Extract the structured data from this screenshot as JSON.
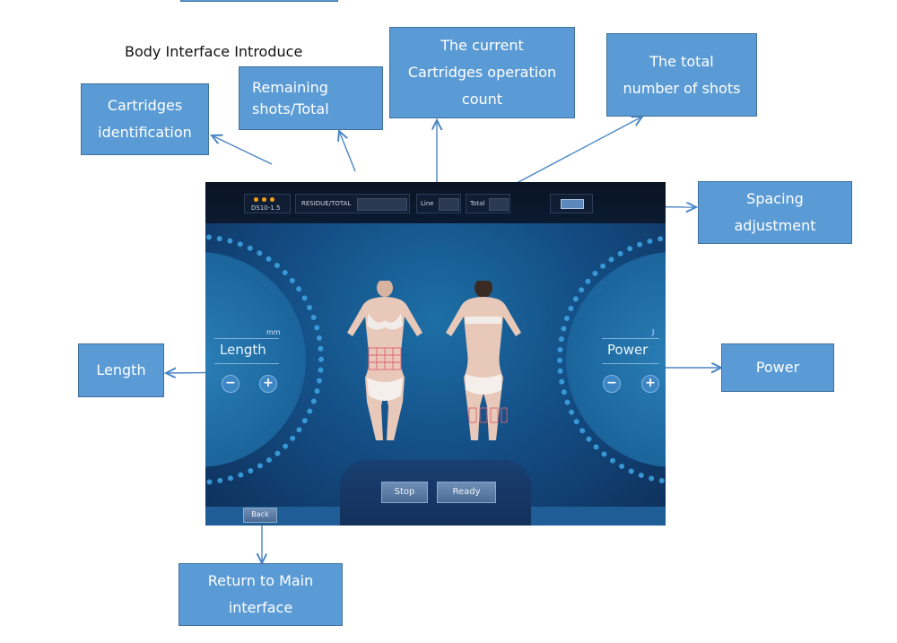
{
  "page_title": "Body Interface Introduce",
  "callouts": {
    "cartridges_identification": "Cartridges\nidentification",
    "remaining_shots": "Remaining\nshots/Total",
    "current_operation_count": "The current\nCartridges operation\ncount",
    "total_shots": "The total\nnumber of shots",
    "spacing_adjustment": "Spacing\nadjustment",
    "length": "Length",
    "power": "Power",
    "return_main": "Return to Main\ninterface"
  },
  "screen": {
    "cartridge_id": "DS10-1.5",
    "residue_total_label": "RESIDUE/TOTAL",
    "line_label": "Line",
    "total_label": "Total",
    "length_label": "Length",
    "length_unit": "mm",
    "power_label": "Power",
    "power_unit": "J",
    "minus": "−",
    "plus": "+",
    "stop_label": "Stop",
    "ready_label": "Ready",
    "back_label": "Back"
  },
  "colors": {
    "callout_fill": "#5b9bd5",
    "screen_blue": "#144f86",
    "ring_accent": "#3fa6e6"
  }
}
